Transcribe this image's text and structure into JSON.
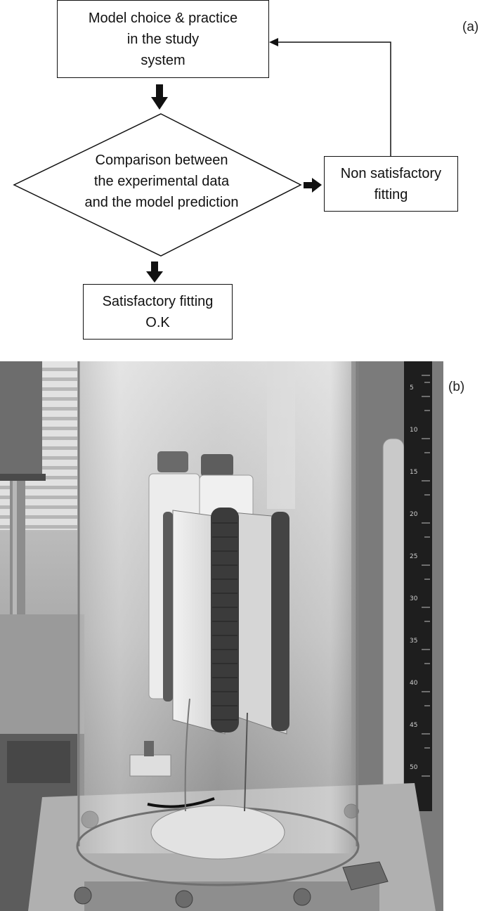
{
  "flowchart": {
    "panel_label": "(a)",
    "model_box": "Model choice & practice\nin the study\nsystem",
    "comparison_diamond": "Comparison between\nthe experimental data\nand the model prediction",
    "non_satisfactory_box": "Non satisfactory\nfitting",
    "satisfactory_box": "Satisfactory fitting\nO.K"
  },
  "photo": {
    "panel_label": "(b)",
    "scale_ticks": [
      "5",
      "10",
      "15",
      "20",
      "25",
      "30",
      "35",
      "40",
      "45",
      "50"
    ]
  },
  "colors": {
    "stroke": "#111111",
    "photo_background": "#8a8a8a"
  }
}
